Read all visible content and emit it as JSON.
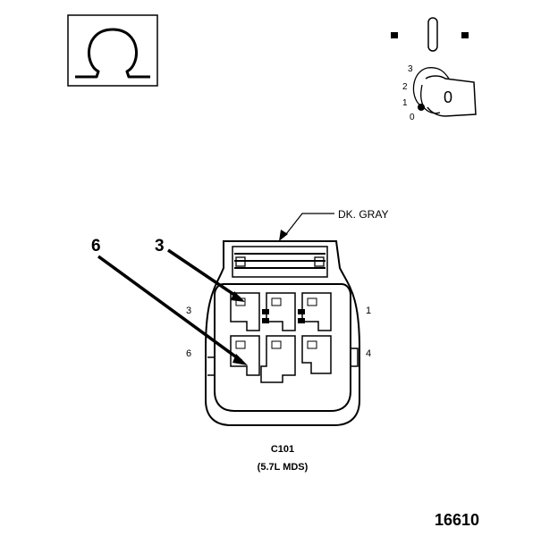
{
  "meter_symbol": "Ω",
  "ignition": {
    "positions": [
      "3",
      "2",
      "1",
      "0"
    ],
    "key_position": "0"
  },
  "connector": {
    "color_label": "DK. GRAY",
    "callouts": [
      "6",
      "3"
    ],
    "pins": {
      "top_left": "3",
      "top_right": "1",
      "bottom_left": "6",
      "bottom_right": "4"
    },
    "name": "C101",
    "variant": "(5.7L MDS)"
  },
  "figure_number": "16610",
  "icons": [
    "ohmmeter-icon",
    "ignition-off-icon",
    "connector-face-icon"
  ]
}
